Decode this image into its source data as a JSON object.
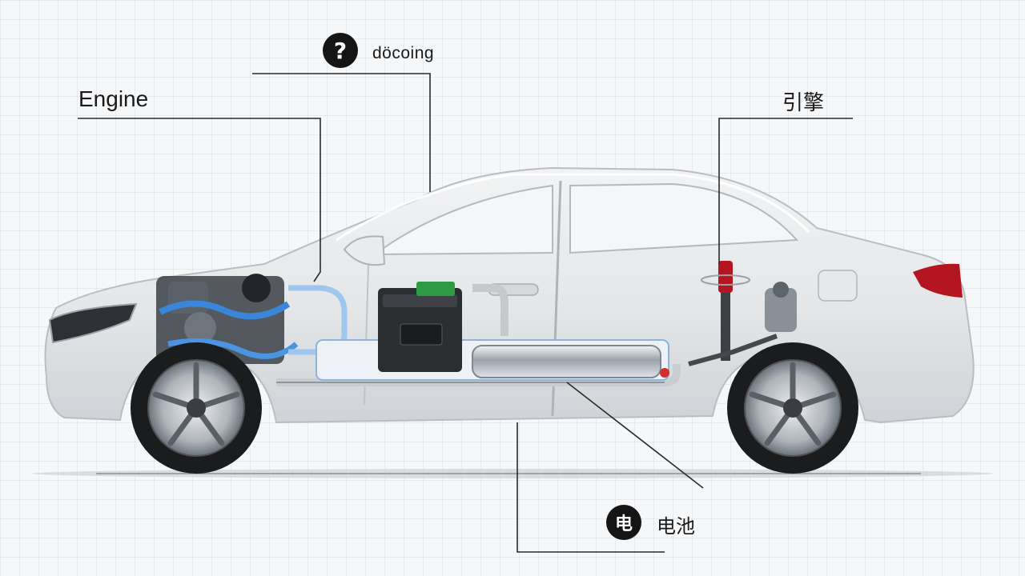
{
  "labels": {
    "engine": "Engine",
    "docking": "döcoing",
    "rear": "引擎",
    "battery": "电池"
  },
  "badges": {
    "question": "?",
    "battery": "电"
  },
  "icons": {
    "question_badge": "question-mark-icon",
    "battery_badge": "battery-char-icon"
  },
  "colors": {
    "car_body": "#e6e8ea",
    "car_outline": "#b9bec4",
    "window": "#f1f3f5",
    "tire": "#1b1c1e",
    "rim": "#b7bcc2",
    "tail_light": "#b31620",
    "engine_pipe": "#3a86d9",
    "battery_box": "#2b2e31",
    "battery_terminal": "#2e9c45",
    "leader_line": "#2a2a2a"
  }
}
